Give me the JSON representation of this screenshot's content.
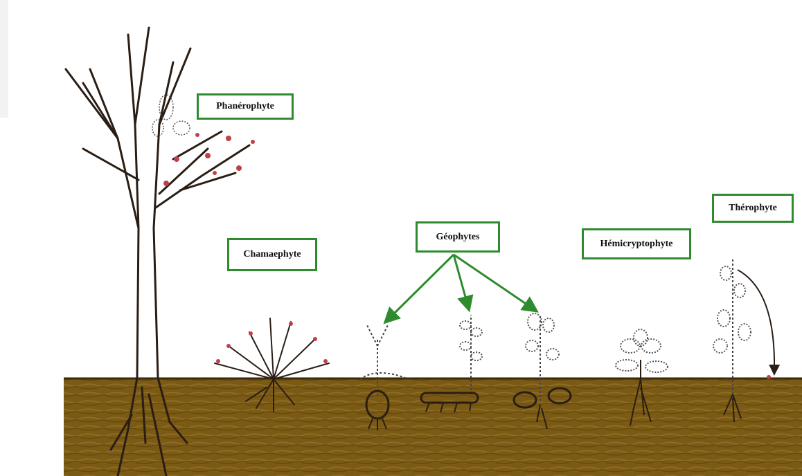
{
  "labels": {
    "phanerophyte": "Phanérophyte",
    "chamaephyte": "Chamaephyte",
    "geophytes": "Géophytes",
    "hemicryptophyte": "Hémicryptophyte",
    "therophyte": "Thérophyte"
  },
  "colors": {
    "soil": "#7a5a14",
    "soil_dark": "#5e430c",
    "label_border": "#2e8b2e",
    "arrow_green": "#2e8b2e",
    "plant_ink": "#2a1d14",
    "bud_red": "#c0404a"
  },
  "icons": {
    "tree": "phanerophyte-tree-icon",
    "shrub": "chamaephyte-shrub-icon",
    "bulb": "geophyte-bulb-icon",
    "rhizome": "geophyte-rhizome-icon",
    "tuber": "geophyte-tuber-icon",
    "rosette": "hemicryptophyte-rosette-icon",
    "annual": "therophyte-annual-icon"
  }
}
